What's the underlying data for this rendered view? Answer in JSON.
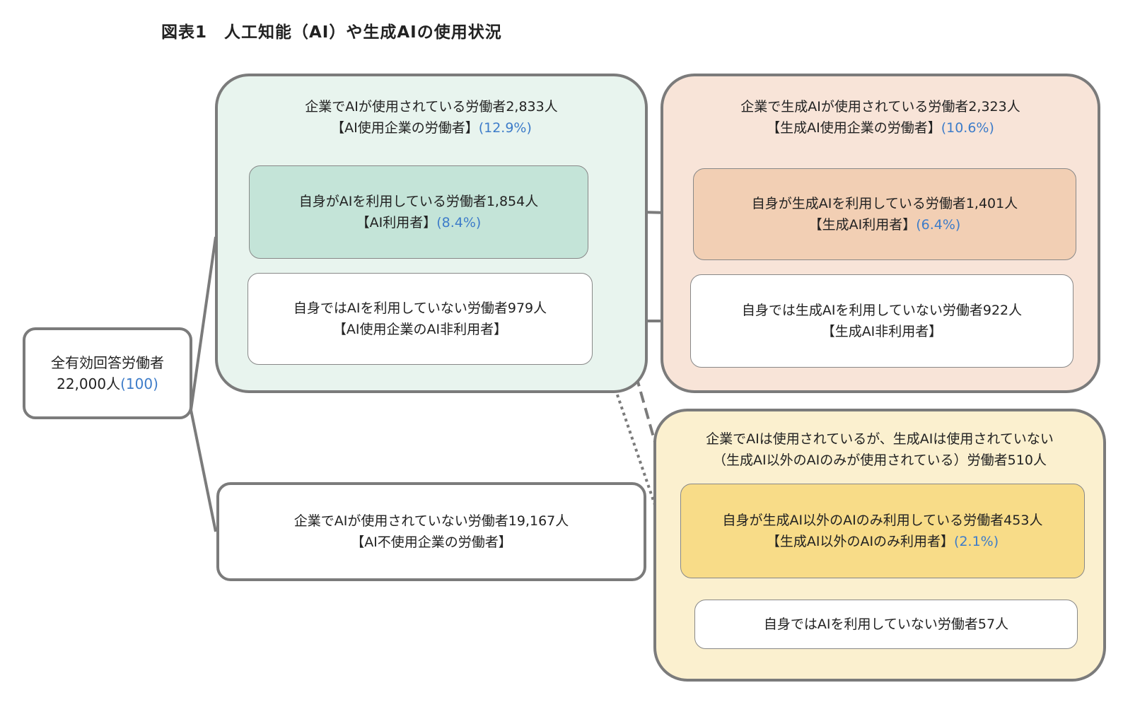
{
  "title": "図表1　人工知能（AI）や生成AIの使用状況",
  "total": {
    "line1": "全有効回答労働者",
    "line2": "22,000人",
    "pct": "(100)"
  },
  "ai_company": {
    "line1": "企業でAIが使用されている労働者2,833人",
    "line2": "【AI使用企業の労働者】",
    "pct": "(12.9%)",
    "users": {
      "line1": "自身がAIを利用している労働者1,854人",
      "line2": "【AI利用者】",
      "pct": "(8.4%)"
    },
    "non_users": {
      "line1": "自身ではAIを利用していない労働者979人",
      "line2": "【AI使用企業のAI非利用者】"
    }
  },
  "gen_company": {
    "line1": "企業で生成AIが使用されている労働者2,323人",
    "line2": "【生成AI使用企業の労働者】",
    "pct": "(10.6%)",
    "users": {
      "line1": "自身が生成AIを利用している労働者1,401人",
      "line2": "【生成AI利用者】",
      "pct": "(6.4%)"
    },
    "non_users": {
      "line1": "自身では生成AIを利用していない労働者922人",
      "line2": "【生成AI非利用者】"
    }
  },
  "no_ai_company": {
    "line1": "企業でAIが使用されていない労働者19,167人",
    "line2": "【AI不使用企業の労働者】"
  },
  "other_ai_company": {
    "line1": "企業でAIは使用されているが、生成AIは使用されていない",
    "line2": "（生成AI以外のAIのみが使用されている）労働者510人",
    "users": {
      "line1": "自身が生成AI以外のAIのみ利用している労働者453人",
      "line2": "【生成AI以外のAIのみ利用者】",
      "pct": "(2.1%)"
    },
    "non_users": {
      "line1": "自身ではAIを利用していない労働者57人"
    }
  },
  "colors": {
    "ai_bg": "#e8f4ee",
    "ai_inner": "#c4e4d8",
    "gen_bg": "#f8e4d8",
    "gen_inner": "#f2cfb4",
    "other_bg": "#fbf0cf",
    "other_inner": "#f8dc88",
    "pct": "#3d7cc9"
  }
}
